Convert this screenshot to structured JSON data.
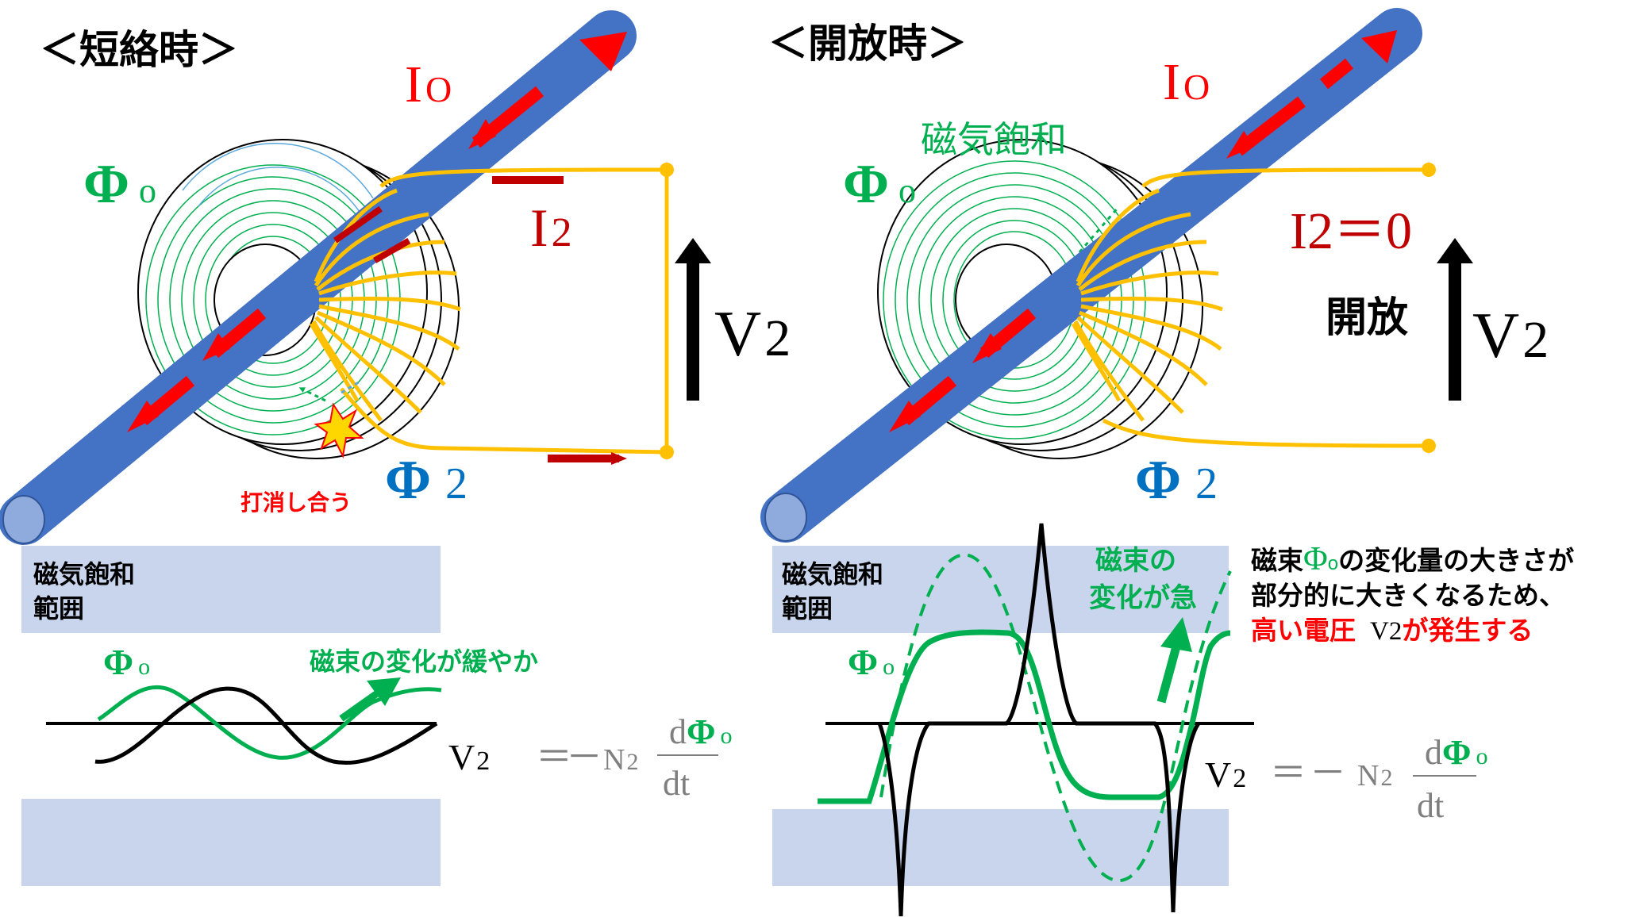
{
  "colors": {
    "rod": "#4472c4",
    "rod_end": "#8faadc",
    "arrow_red": "#ff0000",
    "dark_red": "#c00000",
    "coil_yellow": "#ffc000",
    "flux_green": "#00b050",
    "flux_blue": "#0070c0",
    "band": "#c9d5ec",
    "text_black": "#000000",
    "text_gray": "#7f7f7f"
  },
  "left": {
    "title": "＜短絡時＞",
    "io_main": "I",
    "io_sub": "O",
    "phi_o_main": "Φ",
    "phi_o_sub": "o",
    "i2_main": "I",
    "i2_sub": "2",
    "v2_main": "V",
    "v2_sub": "2",
    "phi2_main": "Φ",
    "phi2_sub": "2",
    "cancel_note": "打消し合う",
    "saturation_line1": "磁気飽和",
    "saturation_line2": "範囲",
    "wave_phi_main": "Φ",
    "wave_phi_sub": "o",
    "slow_change": "磁束の変化が緩やか",
    "formula": {
      "v": "V",
      "v_sub": "2",
      "equals": "＝",
      "minus": "－",
      "n": "N",
      "n_sub": "2",
      "numer_d": "d",
      "numer_phi": "Φ",
      "numer_sub": "o",
      "denom": "dt"
    }
  },
  "right": {
    "title": "＜開放時＞",
    "io_main": "I",
    "io_sub": "O",
    "saturation_label": "磁気飽和",
    "phi_o_main": "Φ",
    "phi_o_sub": "o",
    "i2_label": "I2＝0",
    "open_label": "開放",
    "v2_main": "V",
    "v2_sub": "2",
    "phi2_main": "Φ",
    "phi2_sub": "2",
    "saturation_line1": "磁気飽和",
    "saturation_line2": "範囲",
    "rapid_line1": "磁束の",
    "rapid_line2": "変化が急",
    "wave_phi_main": "Φ",
    "wave_phi_sub": "o",
    "explain_line1_a": "磁束",
    "explain_line1_phi": "Φ",
    "explain_line1_sub": "o",
    "explain_line1_b": "の変化量の大きさが",
    "explain_line2": "部分的に大きくなるため、",
    "explain_line3_a": "高い電圧",
    "explain_line3_v": "V2",
    "explain_line3_b": "が発生する",
    "formula": {
      "v": "V",
      "v_sub": "2",
      "equals": "＝",
      "minus": "－",
      "n": "N",
      "n_sub": "2",
      "numer_d": "d",
      "numer_phi": "Φ",
      "numer_sub": "o",
      "denom": "dt"
    }
  }
}
